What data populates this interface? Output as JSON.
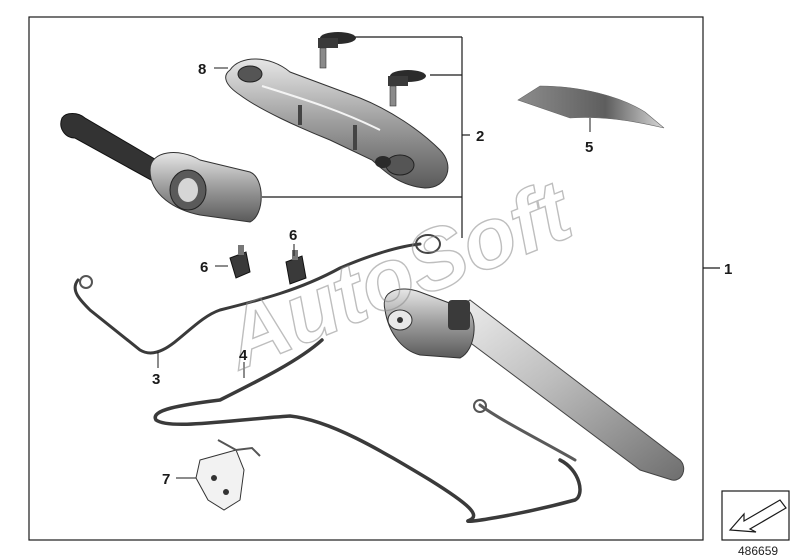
{
  "diagram": {
    "callouts": {
      "c1": "1",
      "c2": "2",
      "c3": "3",
      "c4": "4",
      "c5": "5",
      "c6a": "6",
      "c6b": "6",
      "c7": "7",
      "c8": "8"
    },
    "watermark": "AutoSoft",
    "document_number": "486659",
    "colors": {
      "line": "#1a1a1a",
      "part_metal": "#9a9a9a",
      "part_dark": "#3a3a3a",
      "watermark": "#8a8a8a"
    }
  }
}
